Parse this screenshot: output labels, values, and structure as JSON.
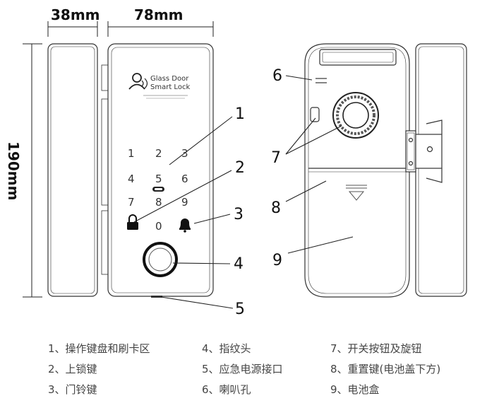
{
  "dimensions": {
    "width_left": "38mm",
    "width_right": "78mm",
    "height": "190mm"
  },
  "brand": {
    "line1": "Glass Door",
    "line2": "Smart Lock"
  },
  "keypad": [
    "1",
    "2",
    "3",
    "4",
    "5",
    "6",
    "7",
    "8",
    "9",
    "0"
  ],
  "callouts": [
    "1",
    "2",
    "3",
    "4",
    "5",
    "6",
    "7",
    "8",
    "9"
  ],
  "legend": [
    "1、操作键盘和刷卡区",
    "2、上锁键",
    "3、门铃键",
    "4、指纹头",
    "5、应急电源接口",
    "6、喇叭孔",
    "7、开关按钮及旋钮",
    "8、重置键(电池盖下方)",
    "9、电池盒"
  ],
  "icons": {
    "lock": "padlock-icon",
    "bell": "doorbell-icon",
    "user_wifi": "user-wireless-icon",
    "fingerprint": "fingerprint-sensor-icon"
  }
}
